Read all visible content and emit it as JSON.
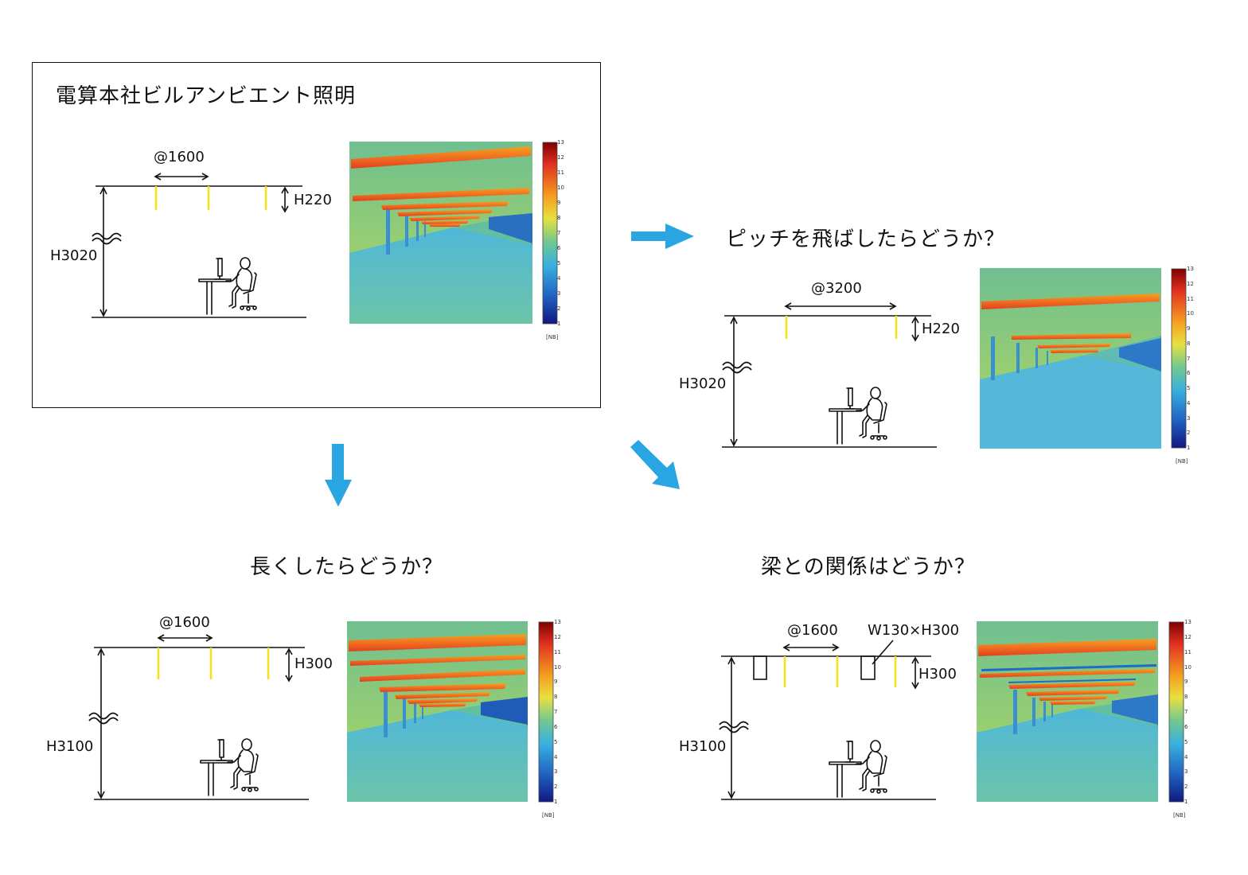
{
  "main_title": "電算本社ビルアンビエント照明",
  "question_pitch": "ピッチを飛ばしたらどうか？",
  "question_length": "長くしたらどうか？",
  "question_beam": "梁との関係はどうか？",
  "panels": {
    "base": {
      "pitch": "@1600",
      "drop": "H220",
      "height": "H3020"
    },
    "pitch": {
      "pitch": "@3200",
      "drop": "H220",
      "height": "H3020"
    },
    "length": {
      "pitch": "@1600",
      "drop": "H300",
      "height": "H3100"
    },
    "beam": {
      "pitch": "@1600",
      "drop": "H300",
      "height": "H3100",
      "beam": "W130×H300"
    }
  },
  "scale": {
    "ticks": [
      "13",
      "12",
      "11",
      "10",
      "9",
      "8",
      "7",
      "6",
      "5",
      "4",
      "3",
      "2",
      "1"
    ],
    "unit": "[NB]"
  },
  "colors": {
    "arrow": "#29a6e2",
    "fixture": "#f2e21a",
    "render_bg": "#5ec2a8"
  }
}
